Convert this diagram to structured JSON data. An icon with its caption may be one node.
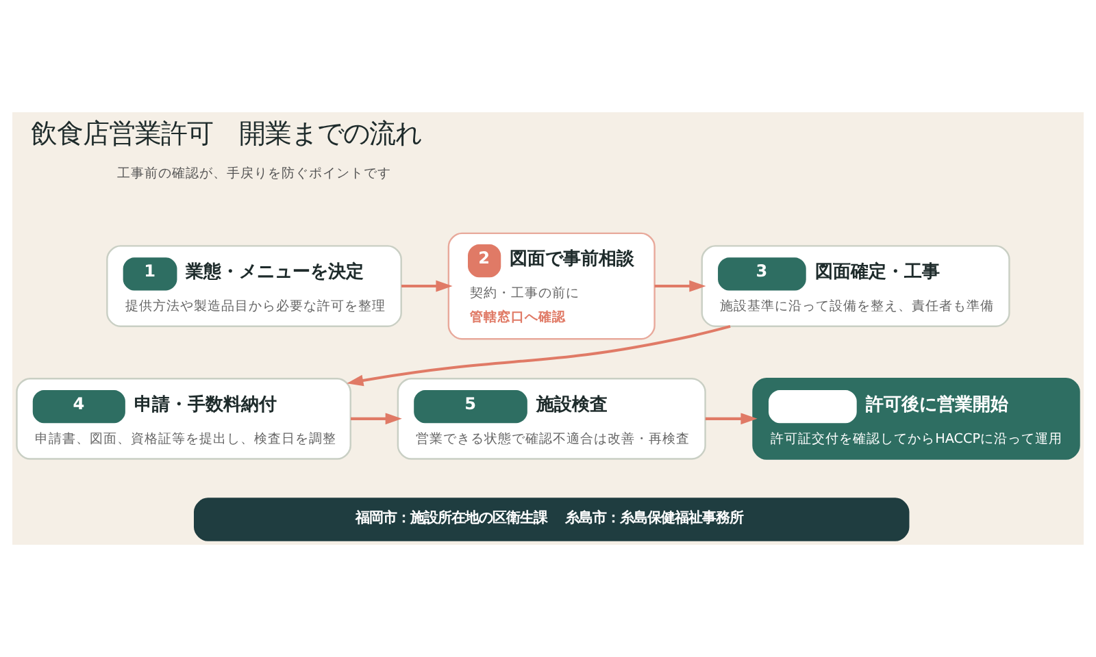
{
  "diagram": {
    "title": "飲食店営業許可　開業までの流れ",
    "nodes": [
      {
        "text": [
          "1",
          "業態・メニューを決定",
          "提供方法や製造品目から必要な許可を整理"
        ]
      },
      {
        "text": [
          "2",
          "図面で事前相談",
          "契約・工事の前に",
          "管轄窓口へ確認"
        ]
      },
      {
        "text": [
          "3",
          "図面確定・工事",
          "施設基準に沿って設備を整え、責任者も準備"
        ]
      },
      {
        "text": [
          "4",
          "申請・手数料納付",
          "申請書、図面、資格証等を提出し、検査日を調整"
        ]
      },
      {
        "text": [
          "5",
          "施設検査",
          "営業できる状態で確認不適合は改善・再検査"
        ]
      },
      {
        "text": [
          "許可後に営業開始",
          "許可証交付を確認してからHACCPに沿って運用"
        ]
      },
      {
        "text": [
          "福岡市：施設所在地の区衛生課",
          "糸島市：糸島保健福祉事務所"
        ]
      }
    ],
    "edges": [
      {
        "from": 0,
        "to": 1,
        "arrow": "to"
      },
      {
        "from": 1,
        "to": 2,
        "arrow": "to"
      },
      {
        "from": 2,
        "to": 3,
        "arrow": "to"
      },
      {
        "from": 3,
        "to": 4,
        "arrow": "to"
      },
      {
        "from": 4,
        "to": 5,
        "arrow": "to"
      }
    ],
    "labels": [
      "工事前の確認が、手戻りを防ぐポイントです"
    ]
  }
}
